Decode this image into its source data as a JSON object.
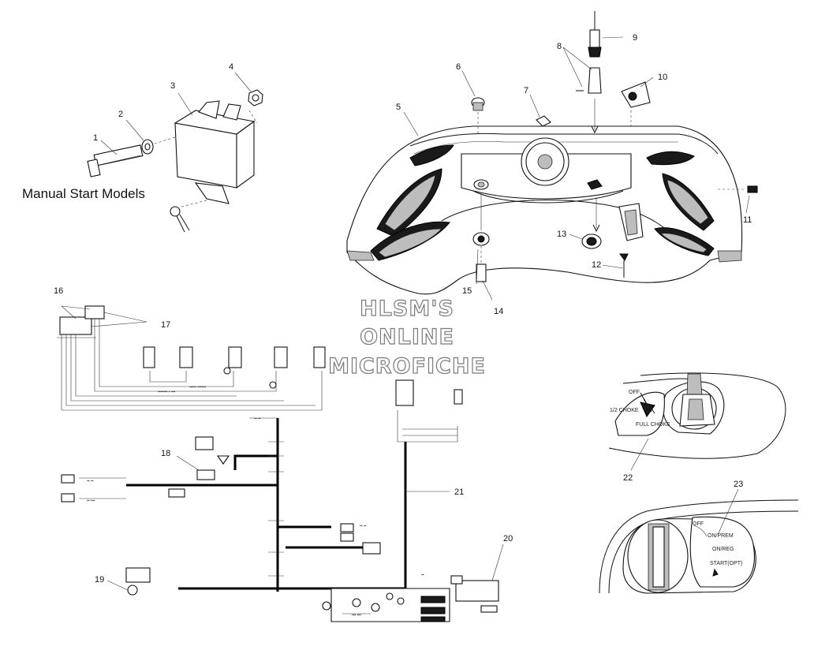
{
  "diagram": {
    "caption_manual_start": "Manual Start Models",
    "watermark": [
      "HLSM'S",
      "ONLINE",
      "MICROFICHE"
    ],
    "callouts": {
      "c1": "1",
      "c2": "2",
      "c3": "3",
      "c4": "4",
      "c5": "5",
      "c6": "6",
      "c7": "7",
      "c8": "8",
      "c9": "9",
      "c10": "10",
      "c11": "11",
      "c12": "12",
      "c13": "13",
      "c14": "14",
      "c15": "15",
      "c16": "16",
      "c17": "17",
      "c18": "18",
      "c19": "19",
      "c20": "20",
      "c21": "21",
      "c22": "22",
      "c23": "23"
    },
    "choke_panel": {
      "off": "OFF",
      "half_choke": "1/2 CHOKE",
      "full_choke": "FULL CHOKE"
    },
    "ignition_panel": {
      "off": "OFF",
      "on_prem": "ON/PREM",
      "on_reg": "ON/REG",
      "start_opt": "START(OPT)"
    }
  },
  "colors": {
    "line": "#111111",
    "harness": "#000000",
    "shading": "#bdbdbd",
    "watermark_outline": "#7a7a7a"
  }
}
